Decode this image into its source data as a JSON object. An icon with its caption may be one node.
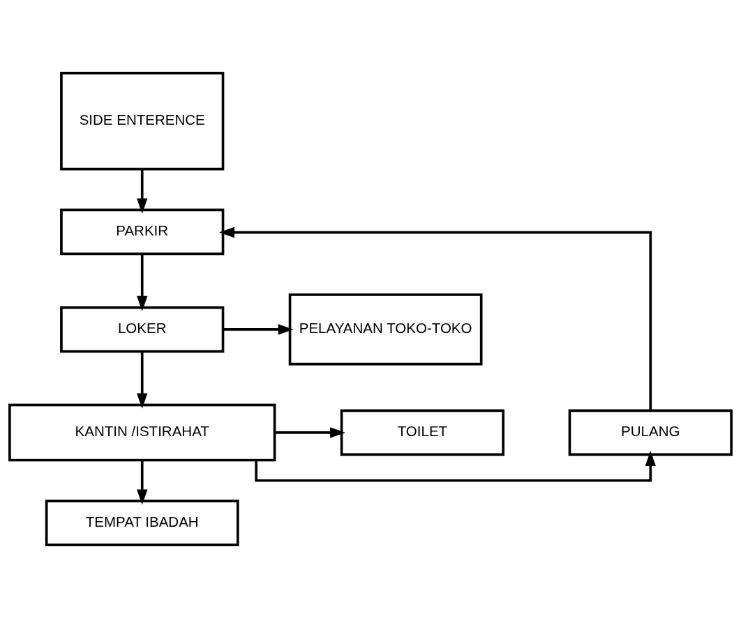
{
  "diagram": {
    "nodes": [
      {
        "text": [
          "SIDE ENTERENCE"
        ]
      },
      {
        "text": [
          "PARKIR"
        ]
      },
      {
        "text": [
          "LOKER"
        ]
      },
      {
        "text": [
          "PELAYANAN TOKO-TOKO"
        ]
      },
      {
        "text": [
          "PULANG"
        ]
      },
      {
        "text": [
          "KANTIN /ISTIRAHAT"
        ]
      },
      {
        "text": [
          "TOILET"
        ]
      },
      {
        "text": [
          "TEMPAT IBADAH"
        ]
      }
    ],
    "edges": [
      {
        "from": 0,
        "to": 1,
        "arrow": "to"
      },
      {
        "from": 4,
        "to": 1,
        "arrow": "to"
      },
      {
        "from": 1,
        "to": 2,
        "arrow": "to"
      },
      {
        "from": 2,
        "to": 3,
        "arrow": "to"
      },
      {
        "from": 2,
        "to": 5,
        "arrow": "to"
      },
      {
        "from": 5,
        "to": 4,
        "arrow": "to"
      },
      {
        "from": 5,
        "to": 6,
        "arrow": "to"
      },
      {
        "from": 5,
        "to": 7,
        "arrow": "to"
      }
    ]
  }
}
